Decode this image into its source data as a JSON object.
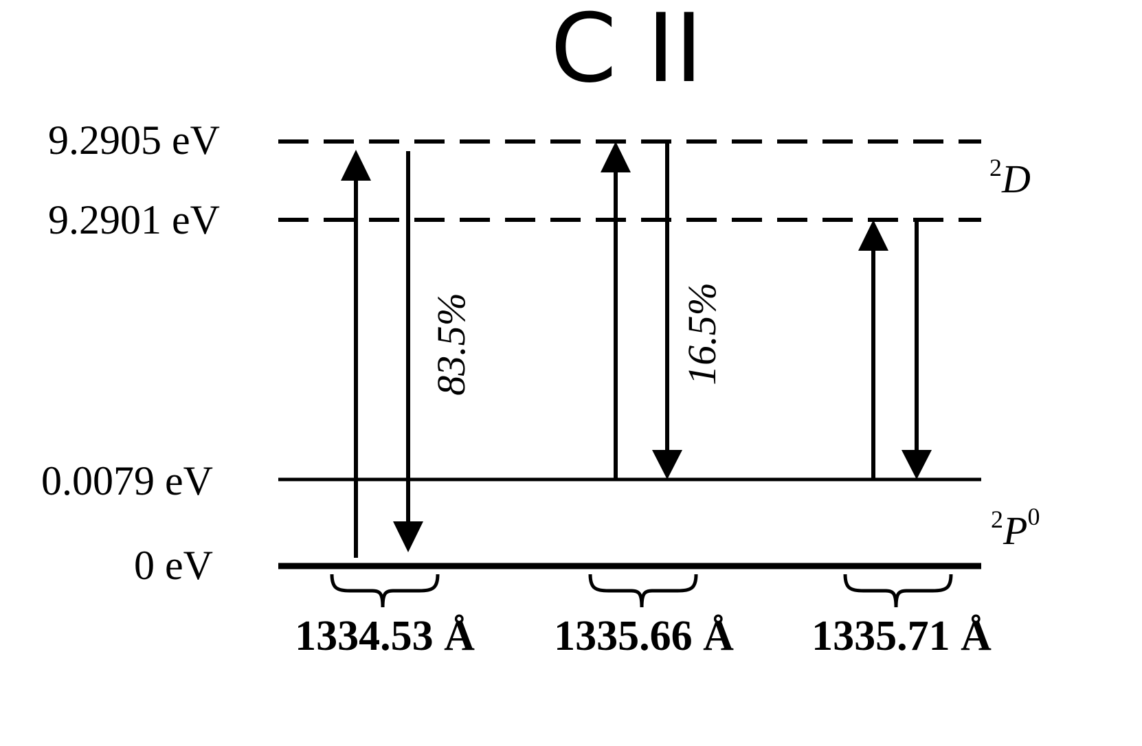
{
  "title": "C II",
  "levels": [
    {
      "id": "upper-j52",
      "label": "9.2905 eV",
      "energy_ev": 9.2905,
      "style": "dashed"
    },
    {
      "id": "upper-j32",
      "label": "9.2901 eV",
      "energy_ev": 9.2901,
      "style": "dashed"
    },
    {
      "id": "lower-j32",
      "label": "0.0079 eV",
      "energy_ev": 0.0079,
      "style": "solid"
    },
    {
      "id": "ground",
      "label": "0 eV",
      "energy_ev": 0,
      "style": "solid"
    }
  ],
  "terms": {
    "upper": {
      "superscript": "2",
      "symbol": "D",
      "superscript_after": ""
    },
    "lower": {
      "superscript": "2",
      "symbol": "P",
      "superscript_after": "0"
    }
  },
  "transitions": [
    {
      "wavelength_label": "1334.53 Å",
      "percent_label": "83.5%"
    },
    {
      "wavelength_label": "1335.66 Å",
      "percent_label": "16.5%"
    },
    {
      "wavelength_label": "1335.71 Å",
      "percent_label": ""
    }
  ],
  "colors": {
    "ink": "#000000",
    "background": "#ffffff"
  }
}
